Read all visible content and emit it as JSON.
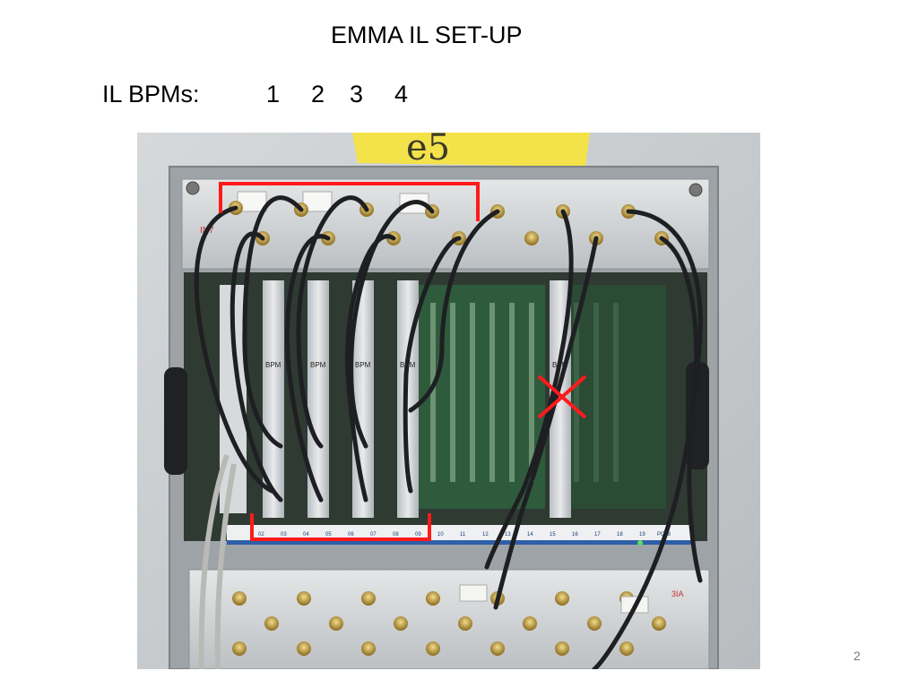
{
  "slide": {
    "title": "EMMA IL SET-UP",
    "bpm_label": "IL BPMs:",
    "bpm_numbers": [
      "1",
      "2",
      "3",
      "4"
    ],
    "page_number": "2"
  },
  "photo": {
    "tape_text": "e5",
    "rack_label_left": "IN7",
    "rack_label_right": "3IA",
    "card_label": "BPM",
    "slot_numbers": [
      "02",
      "03",
      "04",
      "05",
      "06",
      "07",
      "08",
      "09",
      "10",
      "11",
      "12",
      "13",
      "14",
      "15",
      "16",
      "17",
      "18",
      "19"
    ],
    "pci_label": "PCI 8",
    "annotation_color": "#ff1a1a",
    "cable_color": "#1e1f22"
  }
}
